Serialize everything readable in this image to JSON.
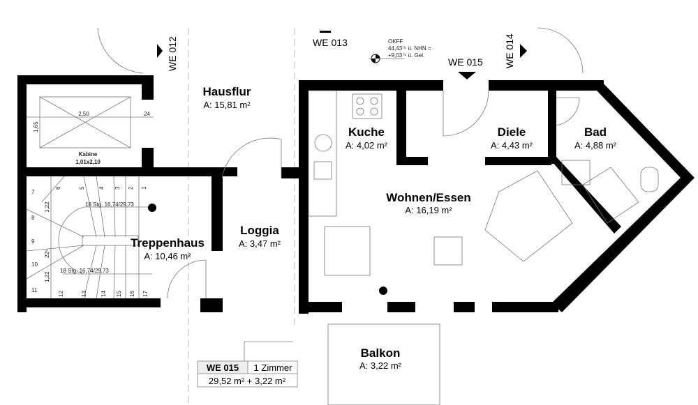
{
  "rooms": {
    "hausflur": {
      "name": "Hausflur",
      "area": "A: 15,81 m²"
    },
    "treppenhaus": {
      "name": "Treppenhaus",
      "area": "A: 10,46 m²"
    },
    "loggia": {
      "name": "Loggia",
      "area": "A: 3,47 m²"
    },
    "kuche": {
      "name": "Kuche",
      "area": "A: 4,02 m²"
    },
    "wohnen": {
      "name": "Wohnen/Essen",
      "area": "A: 16,19 m²"
    },
    "diele": {
      "name": "Diele",
      "area": "A: 4,43 m²"
    },
    "bad": {
      "name": "Bad",
      "area": "A: 4,88 m²"
    },
    "balkon": {
      "name": "Balkon",
      "area": "A: 3,22 m²"
    }
  },
  "units": {
    "we012": "WE 012",
    "we013": "WE 013",
    "we014": "WE 014",
    "we015": "WE 015"
  },
  "level": {
    "l1": "OKFF",
    "l2": "44,43⁷⁵ ü. NHN =",
    "l3": "+9,03⁷⁵ ü. Gel."
  },
  "elevator": {
    "width": "2,50",
    "depth": "1,65",
    "gap": "24",
    "label": "Kabine",
    "size": "1,01x2,10"
  },
  "stairs": {
    "spec_upper": "18 Stg. 16,74/29,73",
    "spec_lower": "18 Stg. 16,74/29,73",
    "dim1": "1,22",
    "dim2": "22⁵",
    "dim3": "1,22",
    "steps_top": [
      "6",
      "5",
      "4",
      "3",
      "2",
      "1"
    ],
    "steps_left": [
      "7",
      "8",
      "9",
      "10",
      "11"
    ],
    "steps_bottom": [
      "12",
      "13",
      "14",
      "15",
      "16",
      "17"
    ]
  },
  "summary": {
    "unit": "WE 015",
    "rooms": "1 Zimmer",
    "area": "29,52 m² + 3,22 m²"
  }
}
